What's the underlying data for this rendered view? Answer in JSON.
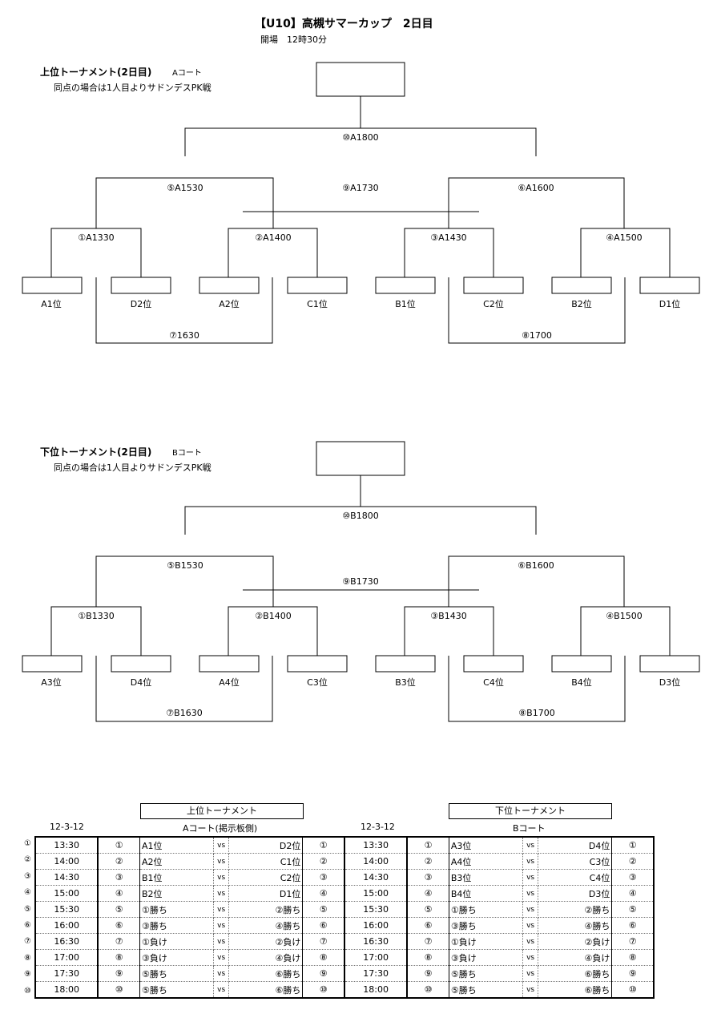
{
  "title": "【U10】高槻サマーカップ　2日目",
  "subtitle": "開場　12時30分",
  "upper": {
    "heading": "上位トーナメント(2日目)",
    "court": "Aコート",
    "note": "同点の場合は1人目よりサドンデスPK戦",
    "final": "⑩A1800",
    "semi_left": "⑤A1530",
    "semi_right": "⑥A1600",
    "third": "⑨A1730",
    "r1": [
      "①A1330",
      "②A1400",
      "③A1430",
      "④A1500"
    ],
    "teams": [
      "A1位",
      "D2位",
      "A2位",
      "C1位",
      "B1位",
      "C2位",
      "B2位",
      "D1位"
    ],
    "cons_left": "⑦1630",
    "cons_right": "⑧1700"
  },
  "lower": {
    "heading": "下位トーナメント(2日目)",
    "court": "Bコート",
    "note": "同点の場合は1人目よりサドンデスPK戦",
    "final": "⑩B1800",
    "semi_left": "⑤B1530",
    "semi_right": "⑥B1600",
    "third": "⑨B1730",
    "r1": [
      "①B1330",
      "②B1400",
      "③B1430",
      "④B1500"
    ],
    "teams": [
      "A3位",
      "D4位",
      "A4位",
      "C3位",
      "B3位",
      "C4位",
      "B4位",
      "D3位"
    ],
    "cons_left": "⑦B1630",
    "cons_right": "⑧B1700"
  },
  "schedule": {
    "left_header": "上位トーナメント",
    "left_court": "Aコート(掲示板側)",
    "right_header": "下位トーナメント",
    "right_court": "Bコート",
    "date": "12-3-12",
    "vs": "vs",
    "row_numbers": [
      "①",
      "②",
      "③",
      "④",
      "⑤",
      "⑥",
      "⑦",
      "⑧",
      "⑨",
      "⑩"
    ],
    "times": [
      "13:30",
      "14:00",
      "14:30",
      "15:00",
      "15:30",
      "16:00",
      "16:30",
      "17:00",
      "17:30",
      "18:00"
    ],
    "left_home": [
      "A1位",
      "A2位",
      "B1位",
      "B2位",
      "①勝ち",
      "③勝ち",
      "①負け",
      "③負け",
      "⑤勝ち",
      "⑤勝ち"
    ],
    "left_away": [
      "D2位",
      "C1位",
      "C2位",
      "D1位",
      "②勝ち",
      "④勝ち",
      "②負け",
      "④負け",
      "⑥勝ち",
      "⑥勝ち"
    ],
    "right_home": [
      "A3位",
      "A4位",
      "B3位",
      "B4位",
      "①勝ち",
      "③勝ち",
      "①負け",
      "③負け",
      "⑤勝ち",
      "⑤勝ち"
    ],
    "right_away": [
      "D4位",
      "C3位",
      "C4位",
      "D3位",
      "②勝ち",
      "④勝ち",
      "②負け",
      "④負け",
      "⑥勝ち",
      "⑥勝ち"
    ]
  }
}
